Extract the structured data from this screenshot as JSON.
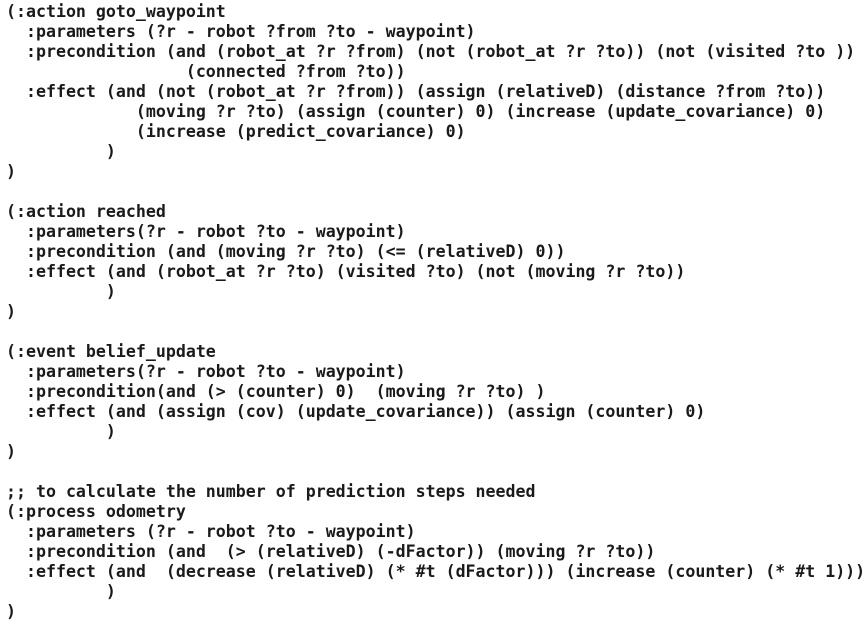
{
  "lines": [
    "(:action goto_waypoint",
    "  :parameters (?r - robot ?from ?to - waypoint)",
    "  :precondition (and (robot_at ?r ?from) (not (robot_at ?r ?to)) (not (visited ?to ))",
    "                  (connected ?from ?to))",
    "  :effect (and (not (robot_at ?r ?from)) (assign (relativeD) (distance ?from ?to))",
    "             (moving ?r ?to) (assign (counter) 0) (increase (update_covariance) 0)",
    "             (increase (predict_covariance) 0)",
    "          )",
    ")",
    "",
    "(:action reached",
    "  :parameters(?r - robot ?to - waypoint)",
    "  :precondition (and (moving ?r ?to) (<= (relativeD) 0))",
    "  :effect (and (robot_at ?r ?to) (visited ?to) (not (moving ?r ?to))",
    "          )",
    ")",
    "",
    "(:event belief_update",
    "  :parameters(?r - robot ?to - waypoint)",
    "  :precondition(and (> (counter) 0)  (moving ?r ?to) )",
    "  :effect (and (assign (cov) (update_covariance)) (assign (counter) 0)",
    "          )",
    ")",
    "",
    ";; to calculate the number of prediction steps needed",
    "(:process odometry",
    "  :parameters (?r - robot ?to - waypoint)",
    "  :precondition (and  (> (relativeD) (-dFactor)) (moving ?r ?to))",
    "  :effect (and  (decrease (relativeD) (* #t (dFactor))) (increase (counter) (* #t 1)))",
    "          )",
    ")"
  ]
}
